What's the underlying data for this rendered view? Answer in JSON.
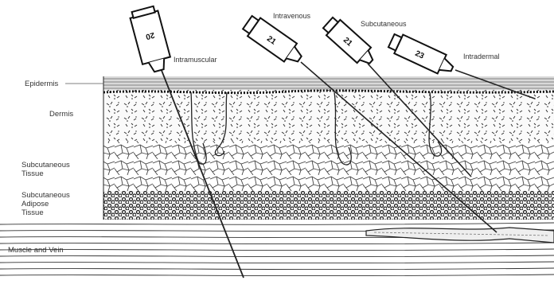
{
  "layers": [
    {
      "id": "epidermis",
      "label": "Epidermis"
    },
    {
      "id": "dermis",
      "label": "Dermis"
    },
    {
      "id": "subq",
      "label_lines": [
        "Subcutaneous",
        "Tissue"
      ]
    },
    {
      "id": "adipose",
      "label_lines": [
        "Subcutaneous",
        "Adipose",
        "Tissue"
      ]
    },
    {
      "id": "muscle",
      "label": "Muscle and Vein"
    }
  ],
  "needles": [
    {
      "id": "intramuscular",
      "label": "Intramuscular",
      "gauge": "20"
    },
    {
      "id": "intravenous",
      "label": "Intravenous",
      "gauge": "21"
    },
    {
      "id": "subcutaneous",
      "label": "Subcutaneous",
      "gauge": "21"
    },
    {
      "id": "intradermal",
      "label": "Intradermal",
      "gauge": "23"
    }
  ]
}
